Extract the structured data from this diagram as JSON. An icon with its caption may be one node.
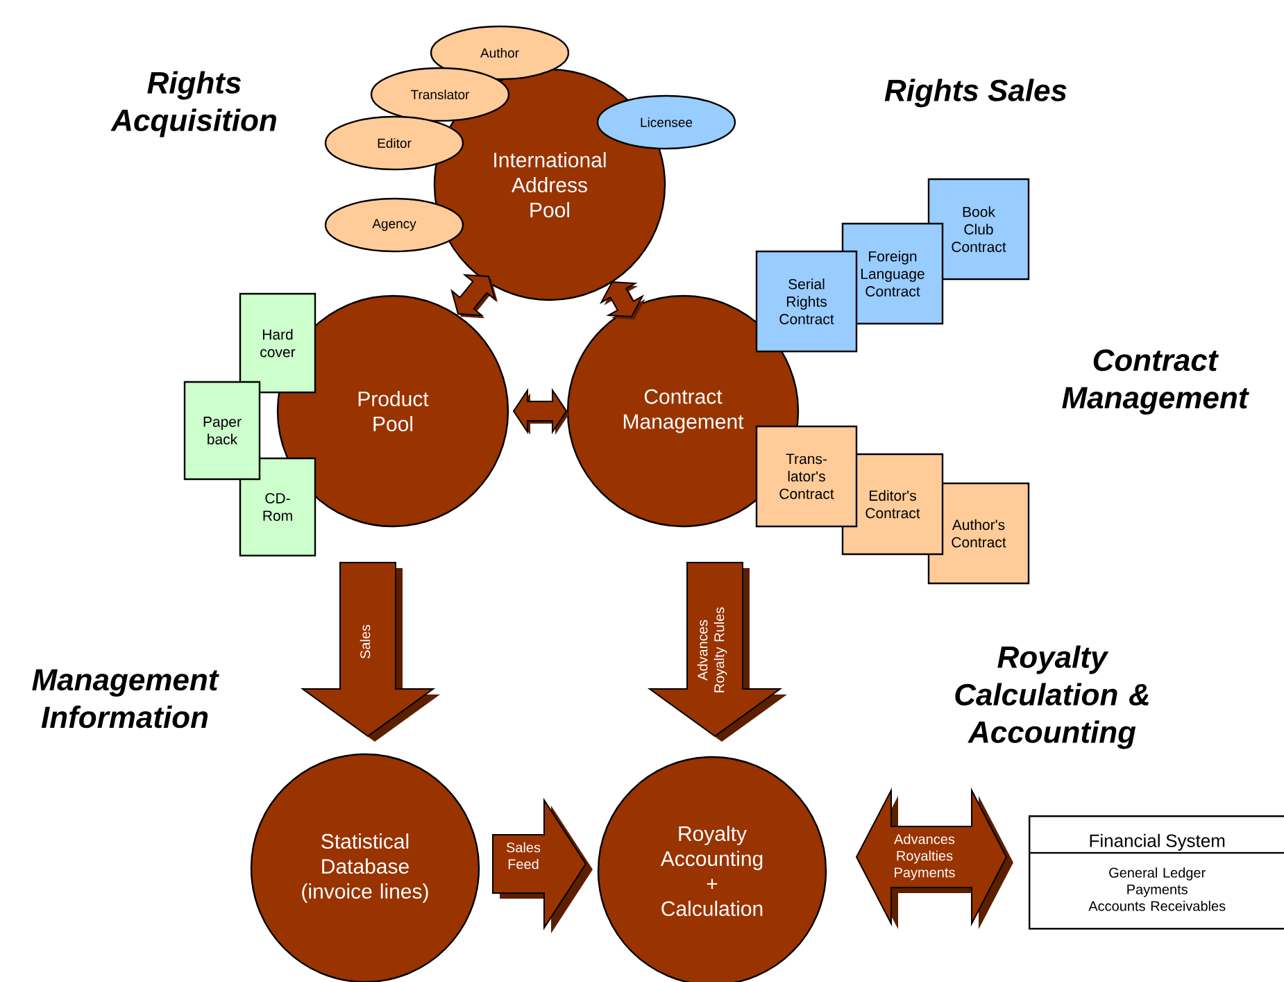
{
  "diagram": {
    "nodes": [
      {
        "text": [
          "International Address Pool"
        ]
      },
      {
        "text": [
          "Author"
        ]
      },
      {
        "text": [
          "Translator"
        ]
      },
      {
        "text": [
          "Editor"
        ]
      },
      {
        "text": [
          "Agency"
        ]
      },
      {
        "text": [
          "Licensee"
        ]
      },
      {
        "text": [
          "Book Club Contract"
        ]
      },
      {
        "text": [
          "Foreign Language Contract"
        ]
      },
      {
        "text": [
          "Serial Rights Contract"
        ]
      },
      {
        "text": [
          "Hard cover"
        ]
      },
      {
        "text": [
          "Paper back"
        ]
      },
      {
        "text": [
          "CD-Rom"
        ]
      },
      {
        "text": [
          "Product Pool"
        ]
      },
      {
        "text": [
          "Contract Management"
        ]
      },
      {
        "text": [
          "Trans-lator's Contract"
        ]
      },
      {
        "text": [
          "Editor's Contract"
        ]
      },
      {
        "text": [
          "Author's Contract"
        ]
      },
      {
        "text": [
          "Statistical Database (invoice lines)"
        ]
      },
      {
        "text": [
          "Royalty Accounting + Calculation"
        ]
      },
      {
        "text": [
          "Financial System",
          "General Ledger",
          "Payments",
          "Accounts Receivables"
        ]
      }
    ],
    "edges": [
      {
        "from": 12,
        "to": 0,
        "arrow": "both"
      },
      {
        "from": 13,
        "to": 0,
        "arrow": "both"
      },
      {
        "from": 12,
        "to": 13,
        "arrow": "both"
      },
      {
        "from": 12,
        "to": 17,
        "arrow": "to",
        "label": "Sales"
      },
      {
        "from": 13,
        "to": 18,
        "arrow": "to",
        "label": "Advances Royalty Rules"
      },
      {
        "from": 17,
        "to": 18,
        "arrow": "to",
        "label": "Sales Feed"
      },
      {
        "from": 18,
        "to": 19,
        "arrow": "both",
        "label": "Advances Royalties Payments"
      }
    ],
    "labels": [
      "Rights Acquisition",
      "Rights Sales",
      "Contract Management",
      "Management Information",
      "Royalty Calculation & Accounting"
    ]
  }
}
